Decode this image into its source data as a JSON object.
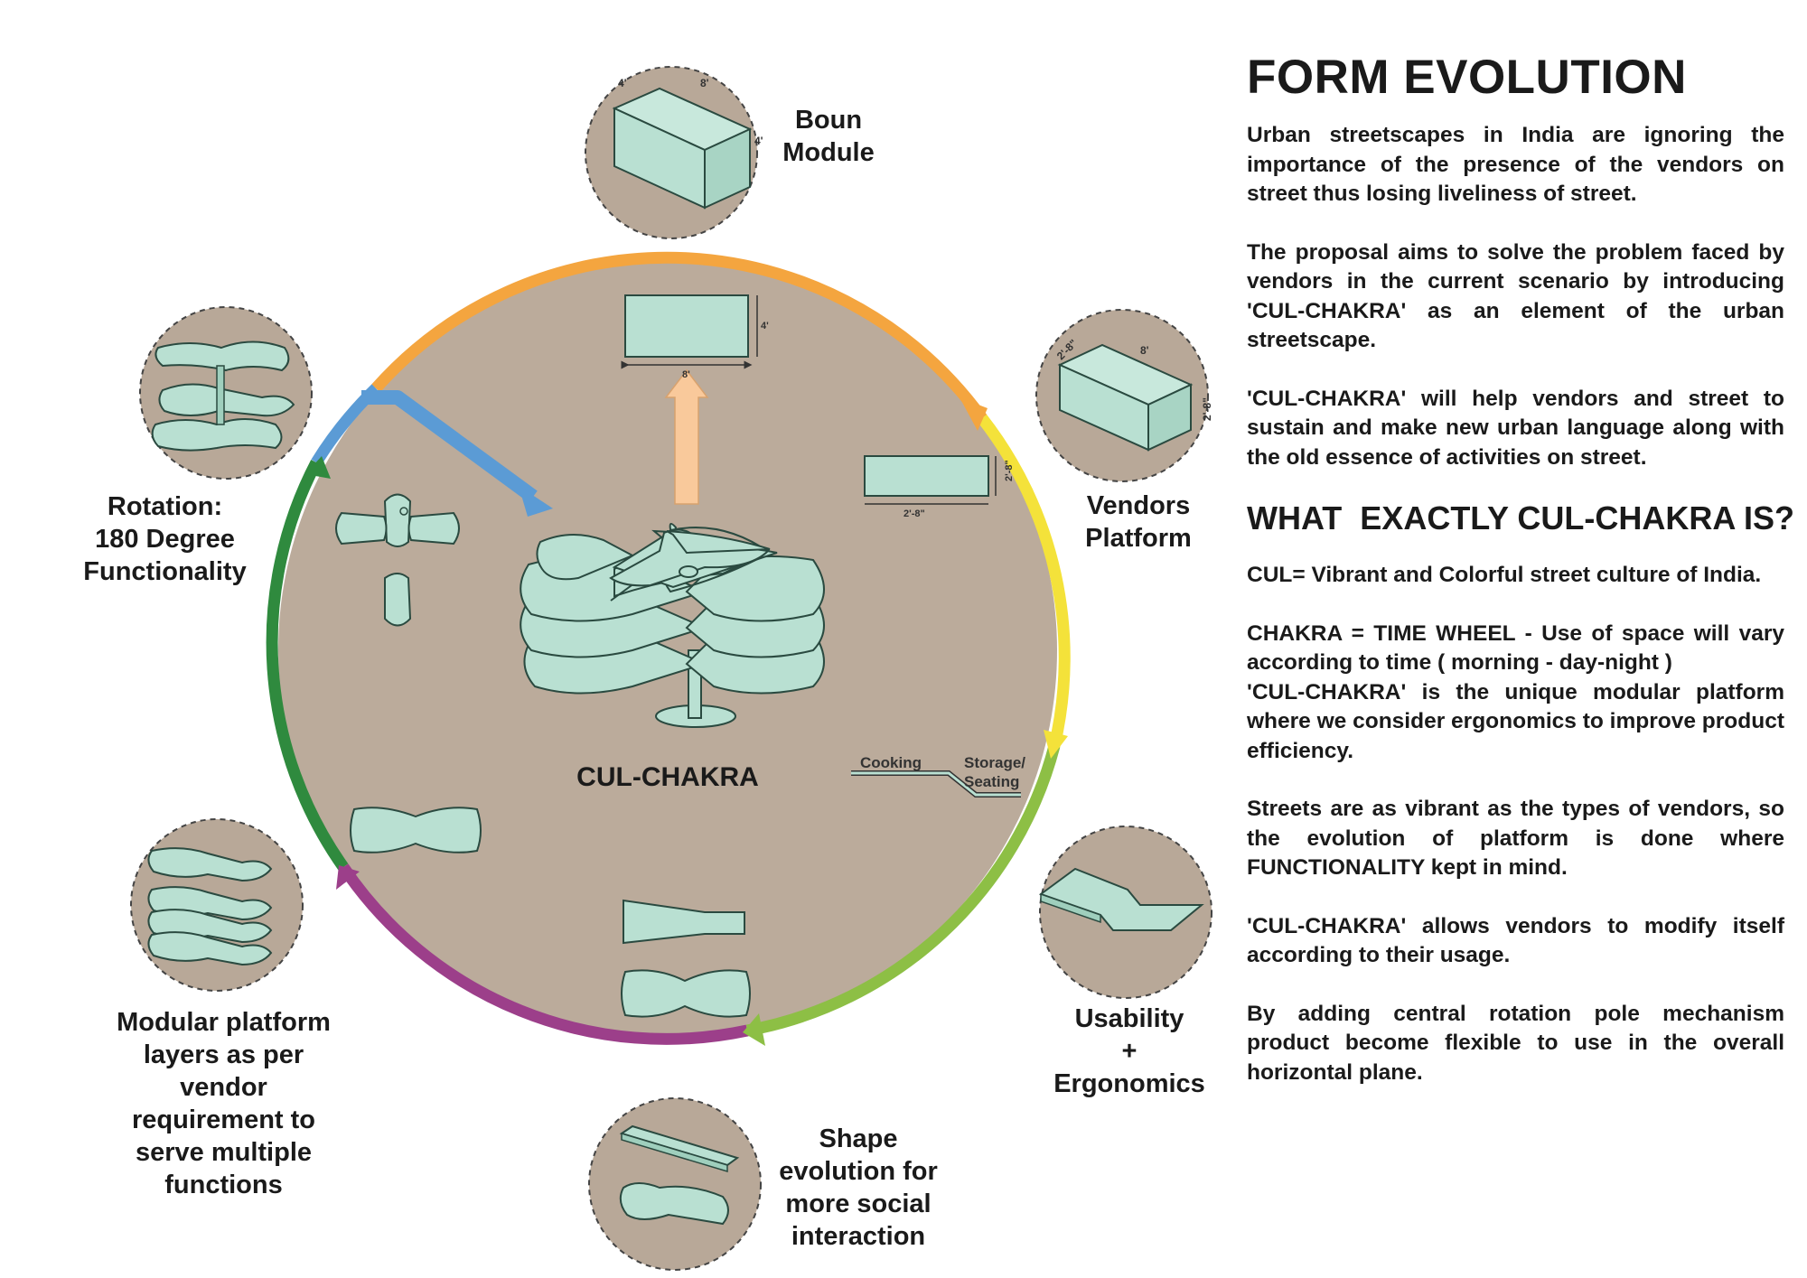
{
  "title": "FORM EVOLUTION",
  "intro_paragraphs": [
    "Urban streetscapes in India are ignoring the importance of the presence of the vendors on street thus losing liveliness of street.",
    "The proposal aims to solve the problem faced by vendors in the current scenario by introducing 'CUL-CHAKRA' as an element of the urban streetscape.",
    "'CUL-CHAKRA' will help vendors and street to sustain and make new urban language along with the old essence of activities on street."
  ],
  "subheading": "WHAT  EXACTLY CUL-CHAKRA IS?",
  "paragraphs": [
    [
      "CUL= Vibrant and Colorful street culture of India."
    ],
    [
      "CHAKRA = TIME WHEEL - Use of space will vary according to time ( morning - day-night )",
      "'CUL-CHAKRA' is the unique modular platform where we consider ergonomics to improve product efficiency."
    ],
    [
      "Streets are as vibrant as the types of vendors, so the evolution of platform is done where FUNCTIONALITY kept in mind."
    ],
    [
      "'CUL-CHAKRA' allows vendors to modify itself according to their usage."
    ],
    [
      "By adding central rotation pole mechanism product become flexible to use in the overall horizontal plane."
    ]
  ],
  "center_label": "CUL-CHAKRA",
  "stages": [
    {
      "lines": [
        "Boun",
        "Module"
      ]
    },
    {
      "lines": [
        "Vendors",
        "Platform"
      ]
    },
    {
      "lines": [
        "Usability",
        "+",
        "Ergonomics"
      ]
    },
    {
      "lines": [
        "Shape",
        "evolution for",
        "more social",
        "interaction"
      ]
    },
    {
      "lines": [
        "Modular platform",
        "layers as per",
        "vendor",
        "requirement to",
        "serve multiple",
        "functions"
      ]
    },
    {
      "lines": [
        "Rotation:",
        "180 Degree",
        "Functionality"
      ]
    }
  ],
  "dimensions": {
    "boun_module": {
      "depth": "4'",
      "length": "8'",
      "height": "4'"
    },
    "boun_plan": {
      "width": "8'",
      "height": "4'"
    },
    "vendors_platform": {
      "depth": "2'-8\"",
      "length": "8'",
      "height": "2'-8\""
    },
    "vendors_plan": {
      "width": "2'-8\"",
      "height": "2'-8\""
    }
  },
  "section_labels": {
    "cooking": "Cooking",
    "storage_line1": "Storage/",
    "storage_line2": "Seating"
  },
  "colors": {
    "wheel_fill": "#bbab9b",
    "node_fill": "#b8a898",
    "shape_fill": "#b9e0d2",
    "arc_orange": "#f4a53f",
    "arc_yellow": "#f4e23a",
    "arc_lightgreen": "#8dbf45",
    "arc_purple": "#9c3f8a",
    "arc_darkgreen": "#2f8a3e",
    "arc_blue": "#5b9bd5",
    "arrow_peach": "#f9c99b"
  }
}
